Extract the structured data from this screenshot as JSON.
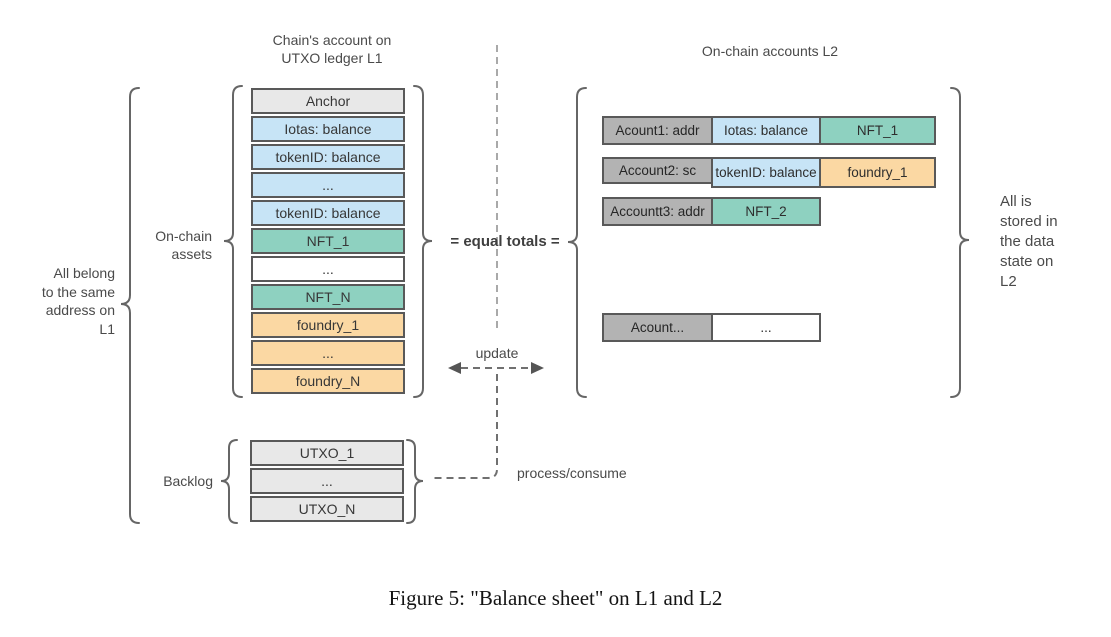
{
  "palette": {
    "box_border": "#595959",
    "gray_light": "#e8e8e8",
    "gray_medium": "#b3b3b3",
    "blue": "#c7e4f6",
    "teal": "#8ed1c0",
    "orange": "#fbd8a3",
    "brace_line": "#666666",
    "dashed_line": "#a9a9a9"
  },
  "left_panel": {
    "header": [
      "Chain's account on",
      "UTXO ledger L1"
    ],
    "belong_label": [
      "All belong",
      "to the same",
      "address on",
      "L1"
    ],
    "assets_label": [
      "On-chain",
      "assets"
    ],
    "stack": [
      {
        "label": "Anchor",
        "color": "c-gray"
      },
      {
        "label": "Iotas: balance",
        "color": "c-blue"
      },
      {
        "label": "tokenID: balance",
        "color": "c-blue"
      },
      {
        "label": "...",
        "color": "c-blue"
      },
      {
        "label": "tokenID: balance",
        "color": "c-blue"
      },
      {
        "label": "NFT_1",
        "color": "c-teal"
      },
      {
        "label": "...",
        "color": "c-white"
      },
      {
        "label": "NFT_N",
        "color": "c-teal"
      },
      {
        "label": "foundry_1",
        "color": "c-orange"
      },
      {
        "label": "...",
        "color": "c-orange"
      },
      {
        "label": "foundry_N",
        "color": "c-orange"
      }
    ],
    "backlog_label": "Backlog",
    "backlog": [
      {
        "label": "UTXO_1",
        "color": "c-gray"
      },
      {
        "label": "...",
        "color": "c-gray"
      },
      {
        "label": "UTXO_N",
        "color": "c-gray"
      }
    ]
  },
  "middle": {
    "equal_totals": "= equal totals =",
    "update_label": "update",
    "process_label": "process/consume"
  },
  "right_panel": {
    "header": "On-chain accounts L2",
    "stored_label": [
      "All is",
      "stored in",
      "the data",
      "state on",
      "L2"
    ],
    "rows": [
      {
        "cells": [
          {
            "label": "Acount1: addr",
            "color": "c-gray2"
          },
          {
            "label": "Iotas: balance",
            "color": "c-blue"
          },
          {
            "label": "NFT_1",
            "color": "c-teal"
          }
        ]
      },
      {
        "cells": [
          {
            "label": "Account2: sc",
            "color": "c-gray2"
          },
          {
            "label": "tokenID: balance",
            "color": "c-blue"
          },
          {
            "label": "foundry_1",
            "color": "c-orange"
          }
        ]
      },
      {
        "cells": [
          {
            "label": "Accountt3: addr",
            "color": "c-gray2"
          },
          {
            "label": "NFT_2",
            "color": "c-teal"
          }
        ]
      },
      {
        "cells": [
          {
            "label": "Acount...",
            "color": "c-gray2"
          },
          {
            "label": "...",
            "color": "c-white"
          }
        ]
      }
    ]
  },
  "caption": "Figure 5: \"Balance sheet\" on L1 and L2"
}
